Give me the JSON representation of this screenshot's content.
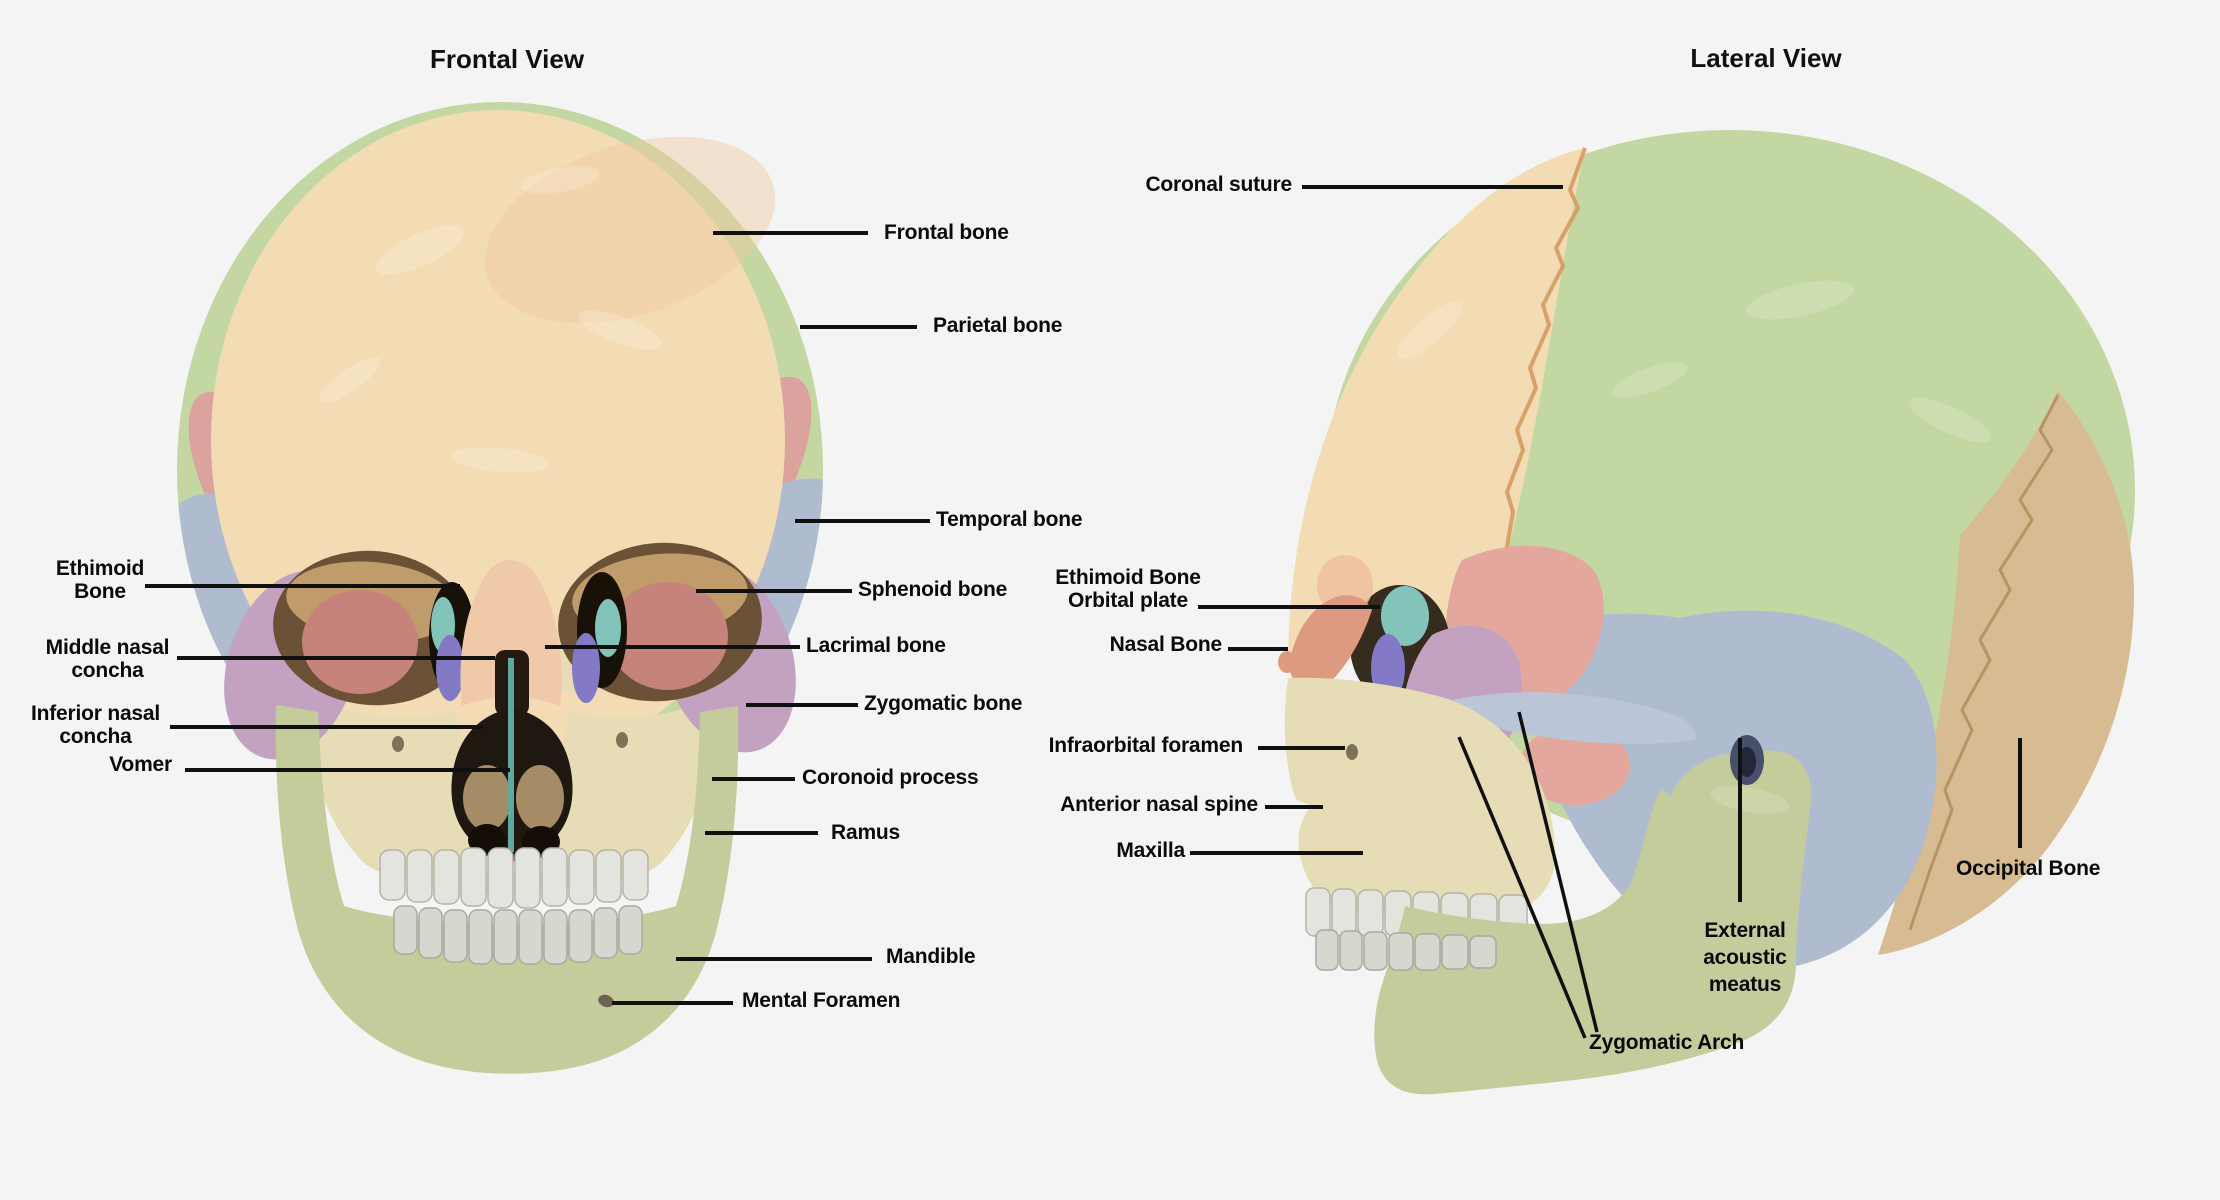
{
  "background": "#f4f4f4",
  "frontal": {
    "title": "Frontal View",
    "labels": {
      "ethimoid_bone": "Ethimoid\nBone",
      "middle_nasal_concha": "Middle nasal\nconcha",
      "inferior_nasal_concha": "Inferior nasal\nconcha",
      "vomer": "Vomer",
      "frontal_bone": "Frontal bone",
      "parietal_bone": "Parietal bone",
      "temporal_bone": "Temporal bone",
      "sphenoid_bone": "Sphenoid bone",
      "lacrimal_bone": "Lacrimal bone",
      "zygomatic_bone": "Zygomatic bone",
      "coronoid_process": "Coronoid process",
      "ramus": "Ramus",
      "mandible": "Mandible",
      "mental_foramen": "Mental Foramen"
    }
  },
  "lateral": {
    "title": "Lateral View",
    "labels": {
      "coronal_suture": "Coronal suture",
      "ethimoid_orbital_plate": "Ethimoid Bone\nOrbital plate",
      "nasal_bone": "Nasal Bone",
      "infraorbital_foramen": "Infraorbital foramen",
      "anterior_nasal_spine": "Anterior nasal spine",
      "maxilla": "Maxilla",
      "external_acoustic_meatus": "External\nacoustic\nmeatus",
      "zygomatic_arch": "Zygomatic Arch",
      "occipital_bone": "Occipital Bone"
    }
  },
  "bone_colors": {
    "frontal": "#f3dcb4",
    "parietal": "#c3d7a2",
    "temporal": "#afbccf",
    "temporal_light": "#bac6d8",
    "sphenoid": "#e3a79e",
    "orbit_pink": "#c5837c",
    "zygomatic": "#c3a2c1",
    "lacrimal": "#8379c6",
    "ethmoid_teal": "#82c3ba",
    "nasal": "#de9a80",
    "maxilla": "#e6ddb6",
    "mandible": "#c5cc9b",
    "occipital": "#d6bb93",
    "vomer": "#5fa8a0",
    "teeth_upper": "#e4e4de",
    "teeth_lower": "#d7d7d0",
    "cavity": "#1f1810",
    "concha_tan": "#a68c66",
    "orbit_roof": "#bf9c6a",
    "suture": "#d49a62",
    "leader_line": "#101010"
  }
}
